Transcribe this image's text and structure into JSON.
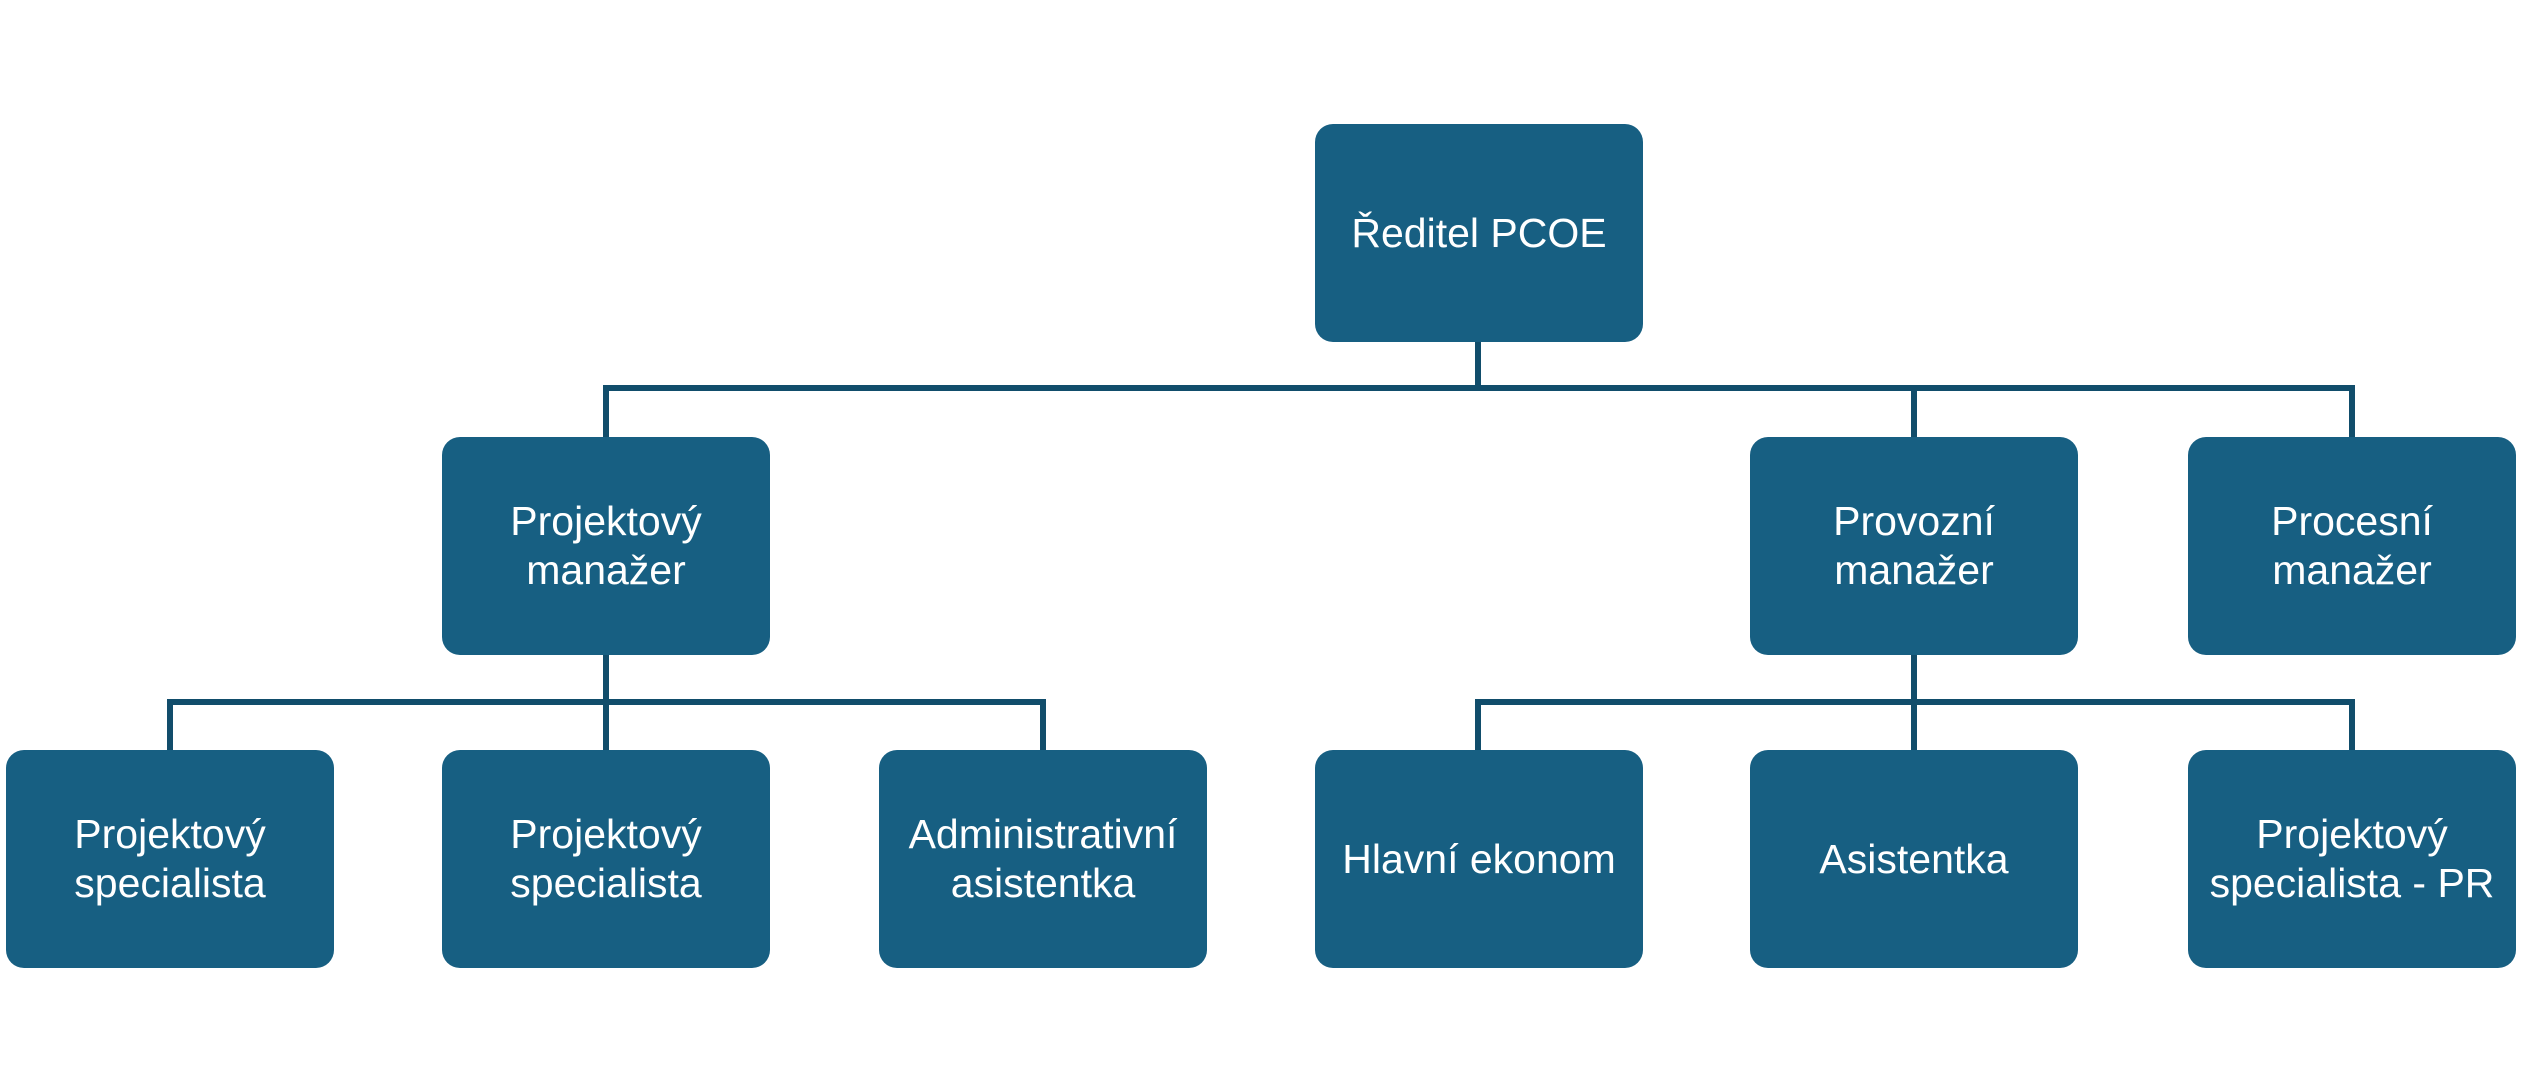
{
  "colors": {
    "node_fill": "#175f82",
    "node_text": "#ffffff",
    "connector": "#114d6b",
    "background": "#ffffff"
  },
  "org": {
    "director": "Ředitel PCOE",
    "project_manager": "Projektový\nmanažer",
    "operations_manager": "Provozní\nmanažer",
    "process_manager": "Procesní\nmanažer",
    "project_specialist_1": "Projektový\nspecialista",
    "project_specialist_2": "Projektový\nspecialista",
    "admin_assistant": "Administrativní\nasistentka",
    "chief_economist": "Hlavní ekonom",
    "assistant": "Asistentka",
    "project_specialist_pr": "Projektový\nspecialista - PR"
  }
}
